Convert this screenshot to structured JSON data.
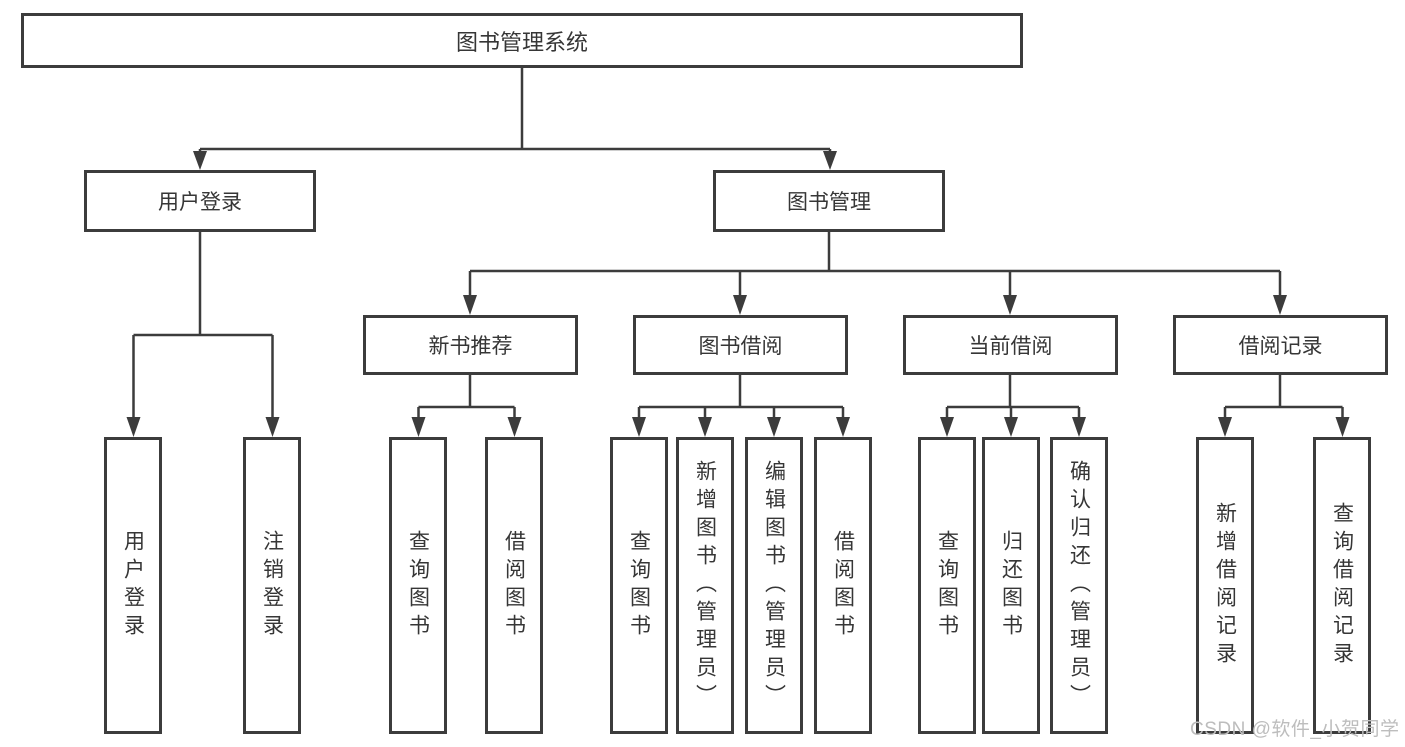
{
  "tree": {
    "root": "图书管理系统",
    "branches": [
      {
        "label": "用户登录",
        "children": [
          "用户登录",
          "注销登录"
        ]
      },
      {
        "label": "图书管理",
        "groups": [
          {
            "label": "新书推荐",
            "children": [
              "查询图书",
              "借阅图书"
            ]
          },
          {
            "label": "图书借阅",
            "children": [
              "查询图书",
              "新增图书（管理员）",
              "编辑图书（管理员）",
              "借阅图书"
            ]
          },
          {
            "label": "当前借阅",
            "children": [
              "查询图书",
              "归还图书",
              "确认归还（管理员）"
            ]
          },
          {
            "label": "借阅记录",
            "children": [
              "新增借阅记录",
              "查询借阅记录"
            ]
          }
        ]
      }
    ]
  },
  "watermark": "CSDN @软件_小贺同学",
  "colors": {
    "line": "#3c3c3c",
    "text": "#363636",
    "watermark": "#bdbdbd",
    "background": "#ffffff"
  }
}
